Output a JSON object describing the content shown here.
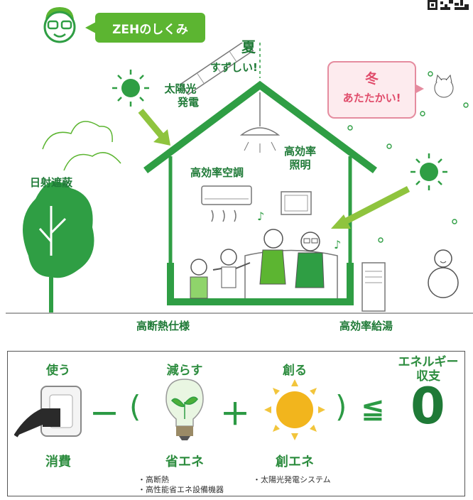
{
  "header": {
    "badge": "ZEHのしくみ"
  },
  "house": {
    "summer_title": "夏",
    "summer_sub": "すずしい!",
    "winter_title": "冬",
    "winter_sub": "あたたかい!",
    "solar_1": "太陽光",
    "solar_2": "発電",
    "lighting_1": "高効率",
    "lighting_2": "照明",
    "aircon": "高効率空調",
    "shading": "日射遮蔽",
    "insulation": "高断熱仕様",
    "hot_water": "高効率給湯"
  },
  "formula": {
    "use_title": "使う",
    "reduce_title": "減らす",
    "create_title": "創る",
    "energy_title_1": "エネルギー",
    "energy_title_2": "収支",
    "consumption": "消費",
    "saving": "省エネ",
    "creating": "創エネ",
    "minus": "－",
    "open_paren": "(",
    "plus": "＋",
    "close_paren": ")",
    "leq": "≦",
    "zero": "0",
    "saving_note_1": "・高断熱",
    "saving_note_2": "・高性能省エネ設備機器",
    "creating_note": "・太陽光発電システム"
  },
  "colors": {
    "house_green": "#2f9e44",
    "badge_green": "#5cb531",
    "winter_pink": "#e04b6a",
    "sun_yellow": "#f2b51d"
  }
}
